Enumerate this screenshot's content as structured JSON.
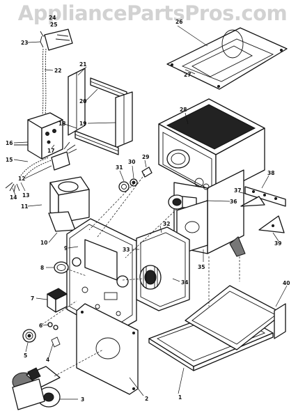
{
  "watermark": "AppliancePartsPros.com",
  "callouts": {
    "c1": "1",
    "c2": "2",
    "c3": "3",
    "c4": "4",
    "c5": "5",
    "c6": "6",
    "c7": "7",
    "c8": "8",
    "c9": "9",
    "c10": "10",
    "c11": "11",
    "c12": "12",
    "c13": "13",
    "c14": "14",
    "c15": "15",
    "c16": "16",
    "c17": "17",
    "c18": "18",
    "c19": "19",
    "c20": "20",
    "c21": "21",
    "c22": "22",
    "c23": "23",
    "c24": "24",
    "c25": "25",
    "c26": "26",
    "c27": "27",
    "c28": "28",
    "c29": "29",
    "c30": "30",
    "c31": "31",
    "c32": "32",
    "c33": "33",
    "c34": "34",
    "c35": "35",
    "c36": "36",
    "c37": "37",
    "c38": "38",
    "c39": "39",
    "c40": "40"
  }
}
